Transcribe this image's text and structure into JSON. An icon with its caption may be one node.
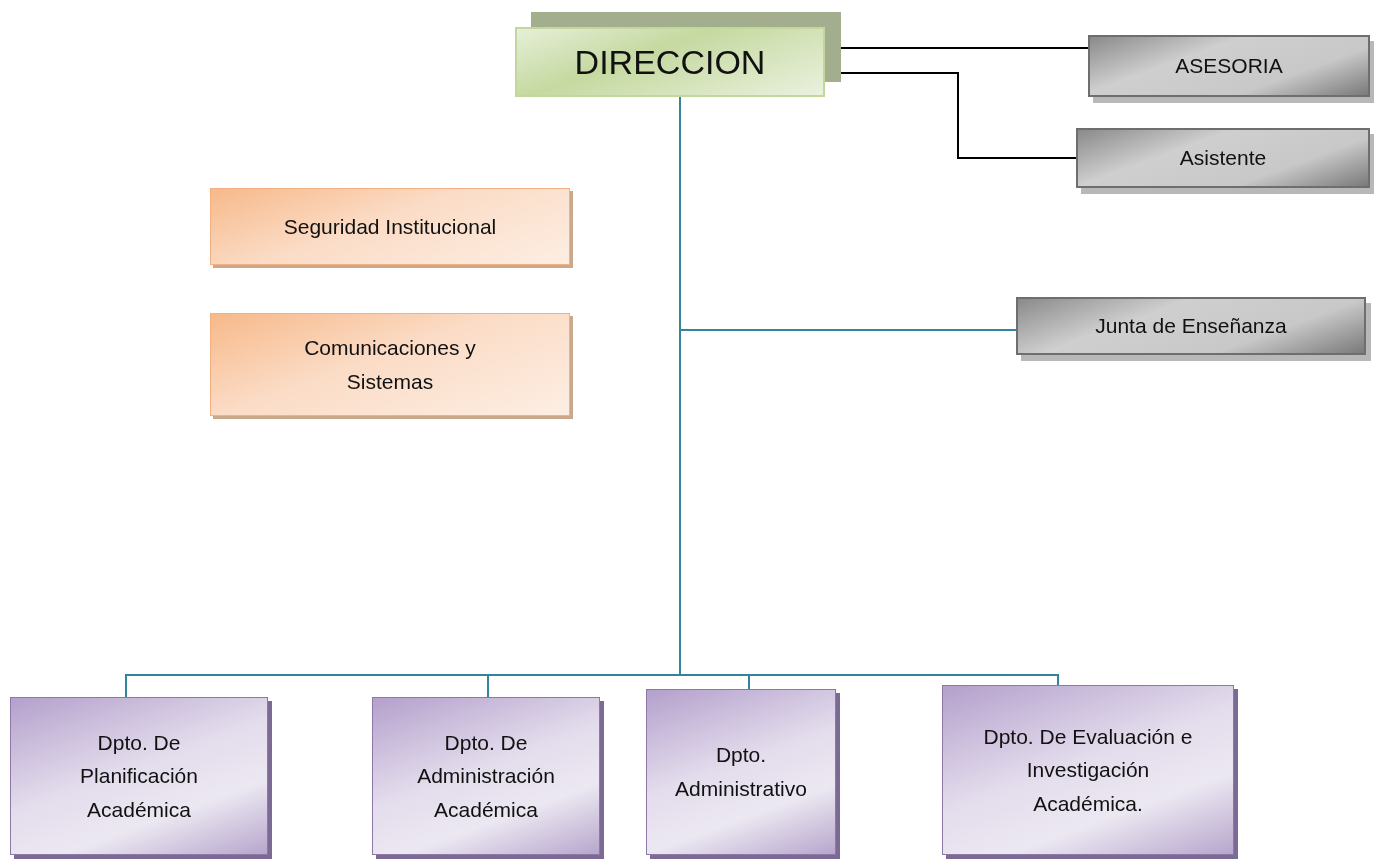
{
  "diagram": {
    "nodes": [
      {
        "text": [
          "DIRECCION"
        ]
      },
      {
        "text": [
          "ASESORIA"
        ]
      },
      {
        "text": [
          "Asistente"
        ]
      },
      {
        "text": [
          "Seguridad Institucional"
        ]
      },
      {
        "text": [
          "Comunicaciones y Sistemas"
        ]
      },
      {
        "text": [
          "Junta de Enseñanza"
        ]
      },
      {
        "text": [
          "Dpto. De Planificación Académica"
        ]
      },
      {
        "text": [
          "Dpto. De Administración Académica"
        ]
      },
      {
        "text": [
          "Dpto. Administrativo"
        ]
      },
      {
        "text": [
          "Dpto. De Evaluación e Investigación Académica."
        ]
      }
    ],
    "edges": [
      {
        "from": 0,
        "to": 1,
        "arrow": "none",
        "color": "#000000"
      },
      {
        "from": 0,
        "to": 2,
        "arrow": "none",
        "color": "#000000"
      },
      {
        "from": 0,
        "to": 5,
        "arrow": "none"
      },
      {
        "from": 0,
        "to": 6,
        "arrow": "none"
      },
      {
        "from": 0,
        "to": 7,
        "arrow": "none"
      },
      {
        "from": 0,
        "to": 8,
        "arrow": "none"
      },
      {
        "from": 0,
        "to": 9,
        "arrow": "none"
      }
    ]
  }
}
